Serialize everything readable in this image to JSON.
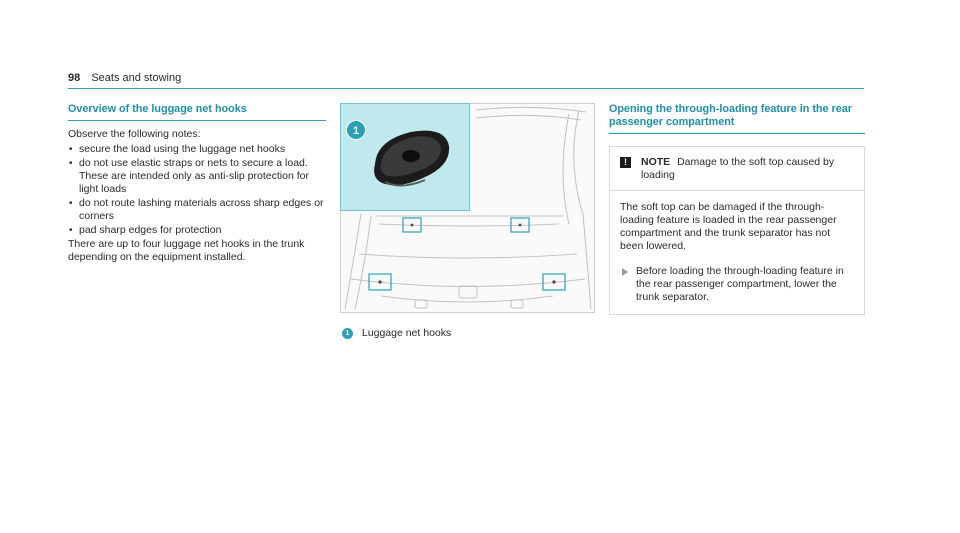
{
  "header": {
    "page_number": "98",
    "section": "Seats and stowing"
  },
  "left": {
    "title": "Overview of the luggage net hooks",
    "intro": "Observe the following notes:",
    "bullets": [
      "secure the load using the luggage net hooks",
      "do not use elastic straps or nets to secure a load. These are intended only as anti-slip protection for light loads",
      "do not route lashing materials across sharp edges or corners",
      "pad sharp edges for protection"
    ],
    "outro": "There are up to four luggage net hooks in the trunk depending on the equipment installed."
  },
  "figure": {
    "callout": "1",
    "caption_number": "1",
    "caption_text": "Luggage net hooks",
    "accent": "#2aa1b5",
    "inset_bg": "#bfe9ec"
  },
  "right": {
    "title": "Opening the through-loading feature in the rear passenger compartment",
    "note_label": "NOTE",
    "note_heading": "Damage to the soft top caused by loading",
    "note_body": "The soft top can be damaged if the through-loading feature is loaded in the rear passenger compartment and the trunk separator has not been lowered.",
    "action": "Before loading the through-loading feature in the rear passenger compartment, lower the trunk separator."
  }
}
